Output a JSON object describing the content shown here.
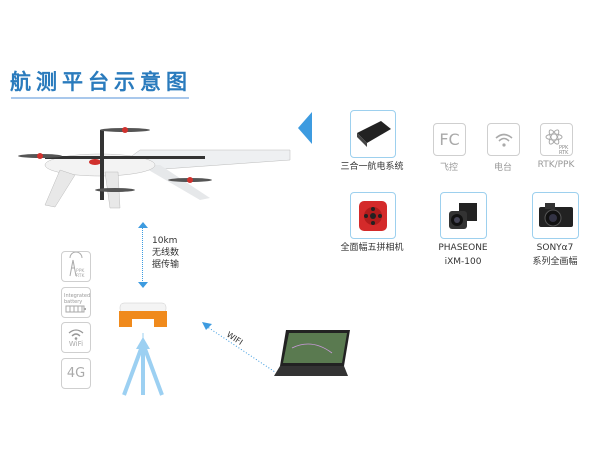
{
  "title": "航测平台示意图",
  "link_label": [
    "10km",
    "无线数",
    "据传输"
  ],
  "wifi_label": "WIFI",
  "payloads": [
    {
      "label": "三合一航电系统",
      "icon": "avionics-box-icon"
    },
    {
      "label": "飞控",
      "icon_text": "FC"
    },
    {
      "label": "电台",
      "icon": "wifi-icon"
    },
    {
      "label": "RTK/PPK",
      "icon_text": "PPK RTK"
    },
    {
      "label": "全面幅五拼相机",
      "icon": "five-lens-camera-icon"
    },
    {
      "label": "PHASEONE",
      "label2": "iXM-100",
      "icon": "phaseone-camera-icon"
    },
    {
      "label": "SONYα7",
      "label2": "系列全画幅",
      "icon": "sony-camera-icon"
    }
  ],
  "base_features": [
    {
      "text": "PPK RTK",
      "icon": "antenna-tower-icon"
    },
    {
      "text": "Integrated battery",
      "icon": "battery-icon"
    },
    {
      "text": "WiFi",
      "icon": "wifi-icon"
    },
    {
      "text": "4G"
    }
  ],
  "colors": {
    "accent": "#2a7bbd",
    "arrow": "#3d9be0",
    "orange": "#f08a1c"
  }
}
